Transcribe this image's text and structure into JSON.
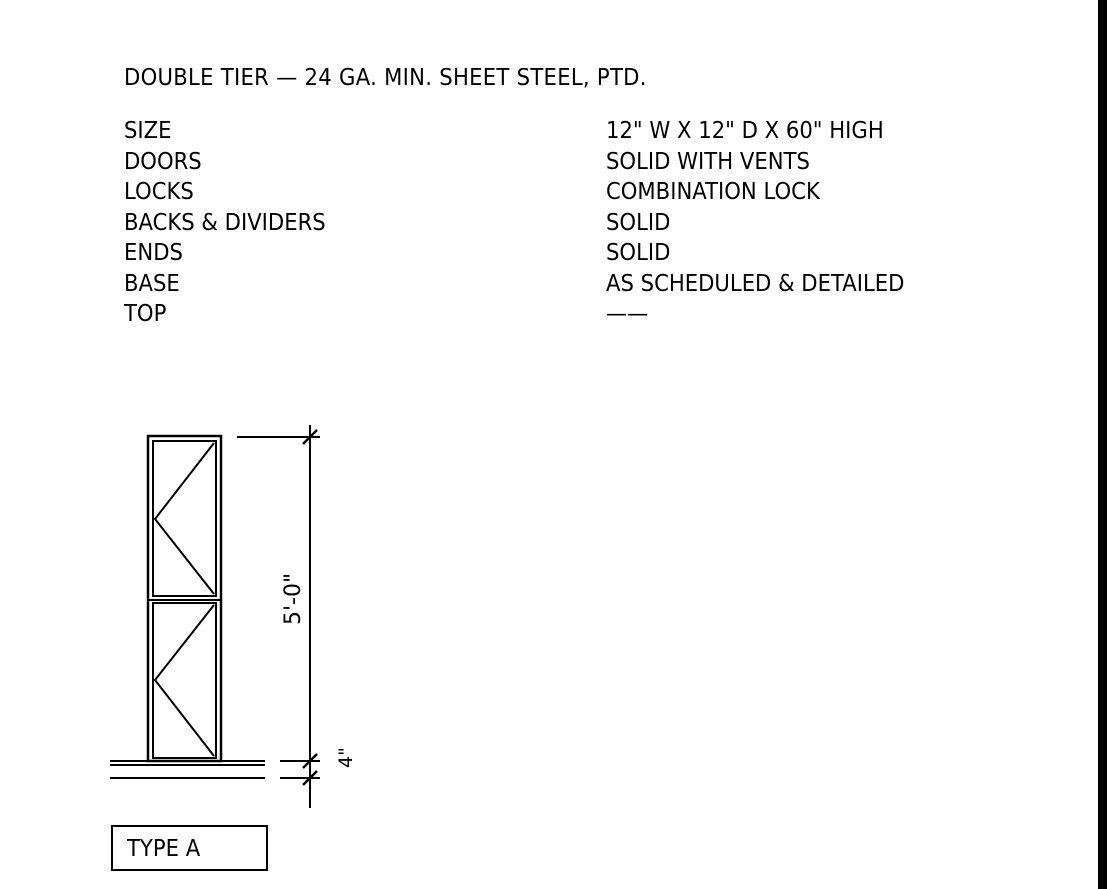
{
  "title": "DOUBLE TIER — 24 GA. MIN. SHEET STEEL, PTD.",
  "specs": [
    {
      "label": "SIZE",
      "value": "12\" W X 12\" D X 60\" HIGH"
    },
    {
      "label": "DOORS",
      "value": "SOLID WITH VENTS"
    },
    {
      "label": "LOCKS",
      "value": "COMBINATION LOCK"
    },
    {
      "label": "BACKS & DIVIDERS",
      "value": "SOLID"
    },
    {
      "label": "ENDS",
      "value": "SOLID"
    },
    {
      "label": "BASE",
      "value": "AS SCHEDULED & DETAILED"
    },
    {
      "label": "TOP",
      "value": "——"
    }
  ],
  "drawing": {
    "height_dimension": "5'-0\"",
    "base_dimension": "4\"",
    "type_label": "TYPE A"
  },
  "colors": {
    "line": "#000000",
    "background": "#ffffff"
  }
}
